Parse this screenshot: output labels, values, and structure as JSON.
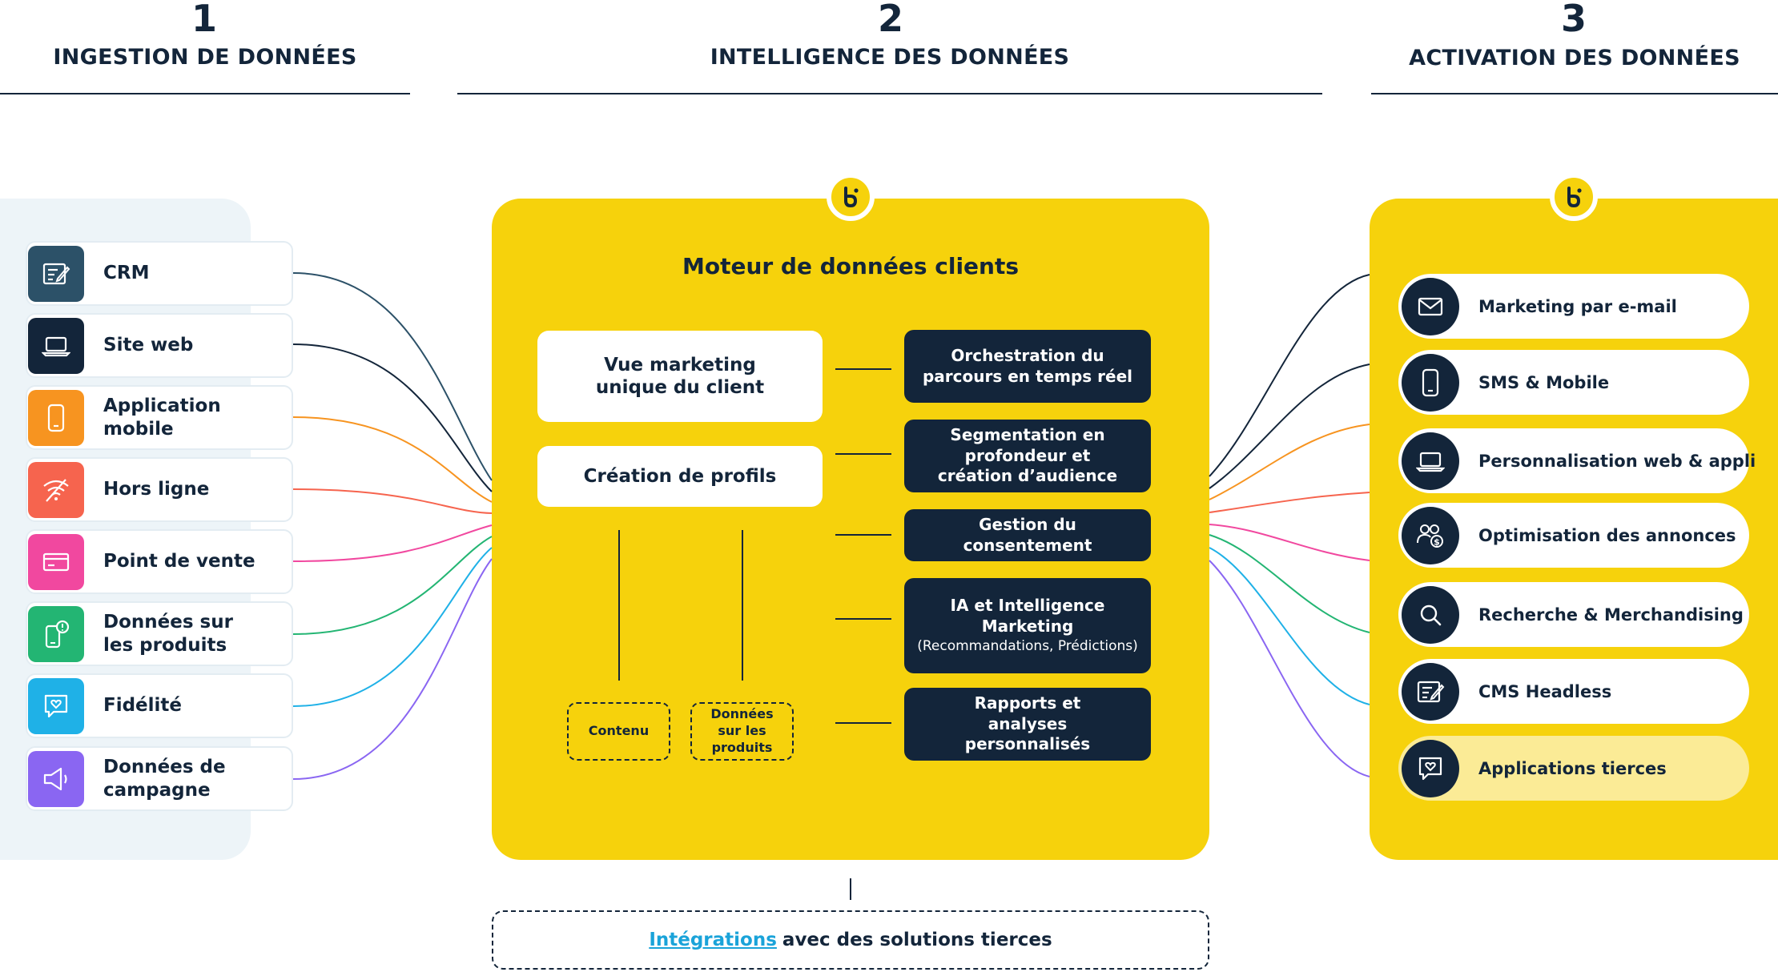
{
  "columns": [
    {
      "number": "1",
      "title": "INGESTION DE DONNÉES"
    },
    {
      "number": "2",
      "title": "INTELLIGENCE DES DONNÉES"
    },
    {
      "number": "3",
      "title": "ACTIVATION DES DONNÉES"
    }
  ],
  "sources": [
    {
      "label": "CRM",
      "icon": "crm-form-icon",
      "color": "#2c5168"
    },
    {
      "label": "Site web",
      "icon": "laptop-icon",
      "color": "#13253a"
    },
    {
      "label": "Application mobile",
      "icon": "mobile-phone-icon",
      "color": "#f79420"
    },
    {
      "label": "Hors ligne",
      "icon": "wifi-off-icon",
      "color": "#f6644e"
    },
    {
      "label": "Point de vente",
      "icon": "credit-card-icon",
      "color": "#f1489f"
    },
    {
      "label": "Données sur les produits",
      "icon": "product-phone-icon",
      "color": "#23b573"
    },
    {
      "label": "Fidélité",
      "icon": "loyalty-heart-icon",
      "color": "#1fb1e7"
    },
    {
      "label": "Données de campagne",
      "icon": "megaphone-icon",
      "color": "#8a66f2"
    }
  ],
  "engine": {
    "title": "Moteur de données clients",
    "left_boxes": [
      "Vue marketing unique du client",
      "Création de profils"
    ],
    "dashed_boxes": [
      "Contenu",
      "Données sur les produits"
    ],
    "capabilities": [
      {
        "title": "Orchestration du parcours en temps réel",
        "sub": ""
      },
      {
        "title": "Segmentation en profondeur et création d’audience",
        "sub": ""
      },
      {
        "title": "Gestion du consentement",
        "sub": ""
      },
      {
        "title": "IA et Intelligence Marketing",
        "sub": "(Recommandations, Prédictions)"
      },
      {
        "title": "Rapports et analyses personnalisés",
        "sub": ""
      }
    ]
  },
  "activations": [
    {
      "label": "Marketing par e-mail",
      "icon": "email-envelope-icon"
    },
    {
      "label": "SMS & Mobile",
      "icon": "mobile-phone-icon"
    },
    {
      "label": "Personnalisation web & appli",
      "icon": "laptop-icon"
    },
    {
      "label": "Optimisation des annonces",
      "icon": "audience-dollar-icon"
    },
    {
      "label": "Recherche & Merchandising",
      "icon": "search-icon"
    },
    {
      "label": "CMS Headless",
      "icon": "cms-edit-icon"
    },
    {
      "label": "Applications tierces",
      "icon": "chat-heart-icon"
    }
  ],
  "integrations": {
    "link_text": "Intégrations",
    "rest_text": "avec des solutions tierces"
  },
  "colors": {
    "navy": "#13253a",
    "yellow": "#f6d20c",
    "light_panel": "#edf4f8",
    "highlight_pill": "#fbeb96",
    "link": "#1aa3d9"
  }
}
